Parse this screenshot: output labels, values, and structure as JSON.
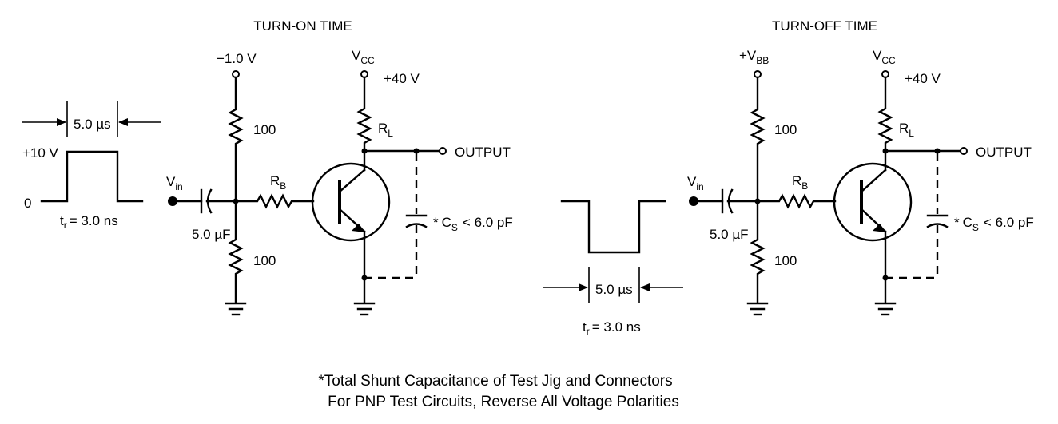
{
  "turn_on": {
    "title": "TURN-ON TIME",
    "bias_voltage": "−1.0 V",
    "vcc_main": "V",
    "vcc_sub": "CC",
    "vcc_value": "+40 V",
    "r_upper": "100",
    "r_lower": "100",
    "rl_main": "R",
    "rl_sub": "L",
    "rb_main": "R",
    "rb_sub": "B",
    "output": "OUTPUT",
    "vin_main": "V",
    "vin_sub": "in",
    "cap": "5.0 µF",
    "cs_star": "*",
    "cs_main": "C",
    "cs_sub": "S",
    "cs_rest": "< 6.0 pF",
    "pulse_width": "5.0 µs",
    "pulse_high": "+10 V",
    "pulse_low": "0",
    "rise_main": "t",
    "rise_sub": "r",
    "rise_rest": "= 3.0 ns"
  },
  "turn_off": {
    "title": "TURN-OFF TIME",
    "bias_main": "+V",
    "bias_sub": "BB",
    "vcc_main": "V",
    "vcc_sub": "CC",
    "vcc_value": "+40 V",
    "r_upper": "100",
    "r_lower": "100",
    "rl_main": "R",
    "rl_sub": "L",
    "rb_main": "R",
    "rb_sub": "B",
    "output": "OUTPUT",
    "vin_main": "V",
    "vin_sub": "in",
    "cap": "5.0 µF",
    "cs_star": "*",
    "cs_main": "C",
    "cs_sub": "S",
    "cs_rest": "< 6.0 pF"
  },
  "middle_pulse": {
    "pulse_width": "5.0 µs",
    "rise_main": "t",
    "rise_sub": "r",
    "rise_rest": "= 3.0 ns"
  },
  "footnote": {
    "line1": "*Total Shunt Capacitance of Test Jig and Connectors",
    "line2": "For PNP Test Circuits, Reverse All Voltage Polarities"
  }
}
